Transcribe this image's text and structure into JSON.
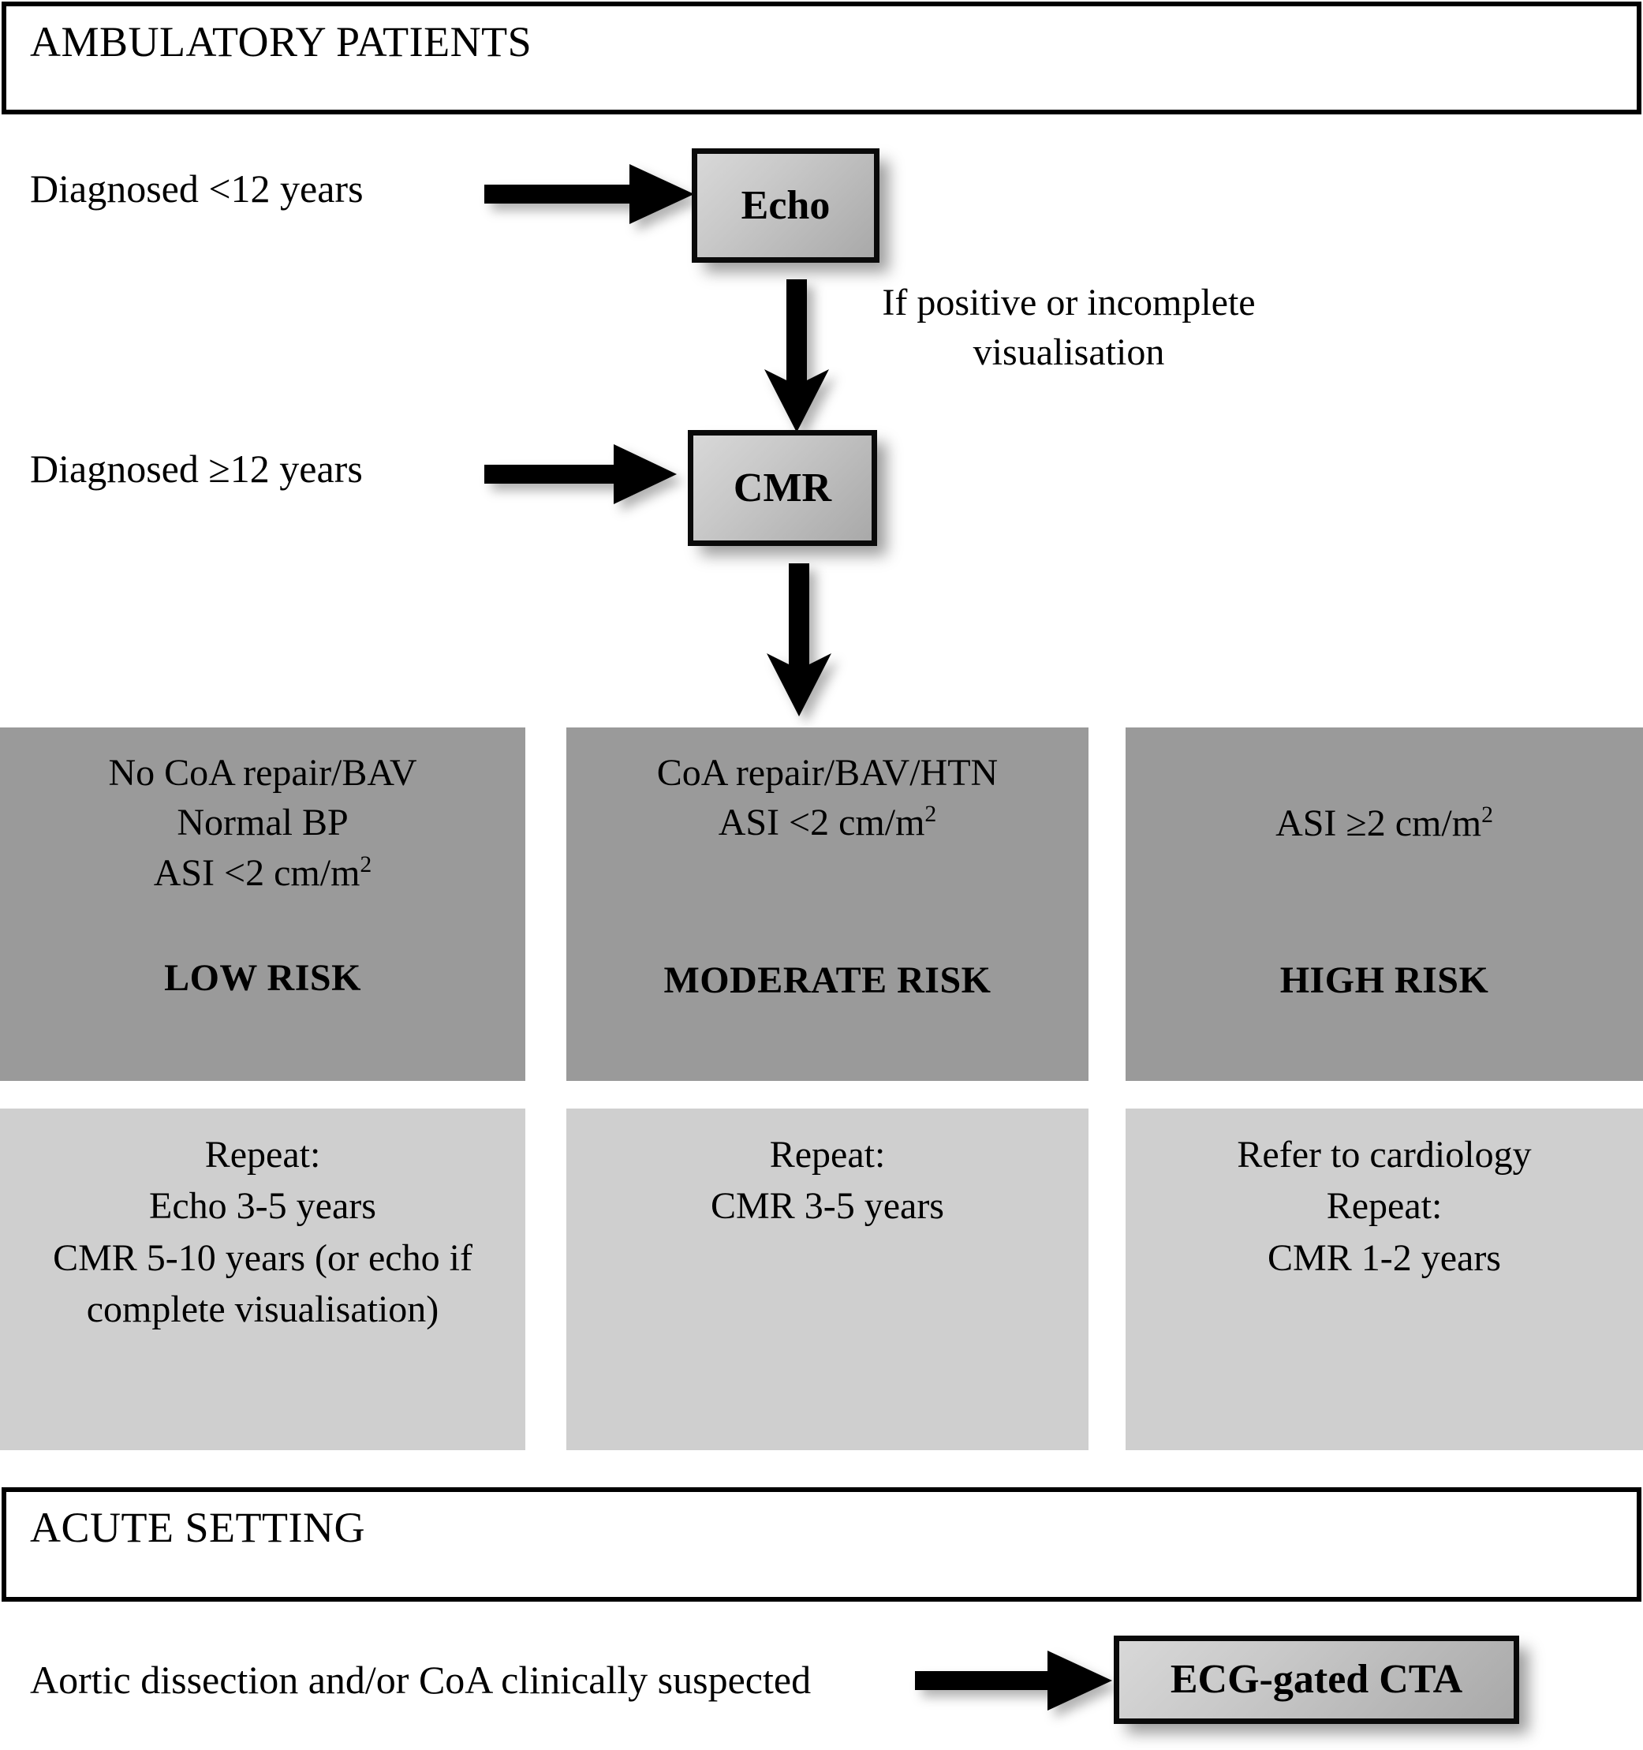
{
  "sections": {
    "ambulatory": {
      "title": "AMBULATORY PATIENTS"
    },
    "acute": {
      "title": "ACUTE SETTING"
    }
  },
  "flow": {
    "entry_young": "Diagnosed <12 years",
    "entry_older": "Diagnosed ≥12 years",
    "modality_echo": "Echo",
    "modality_cmr": "CMR",
    "escalation_note_line1": "If positive or incomplete",
    "escalation_note_line2": "visualisation",
    "acute_trigger": "Aortic dissection and/or CoA clinically suspected",
    "acute_modality": "ECG-gated CTA"
  },
  "risk_strata": [
    {
      "id": "low",
      "criteria": [
        "No CoA repair/BAV",
        "Normal BP",
        "ASI <2 cm/m"
      ],
      "criteria_superscript": "2",
      "level": "LOW RISK",
      "followup": [
        "Repeat:",
        "Echo 3-5 years",
        "CMR 5-10 years (or echo if",
        "complete visualisation)"
      ]
    },
    {
      "id": "moderate",
      "criteria": [
        "CoA repair/BAV/HTN",
        "ASI <2 cm/m"
      ],
      "criteria_superscript": "2",
      "level": "MODERATE RISK",
      "followup": [
        "Repeat:",
        "CMR 3-5 years"
      ]
    },
    {
      "id": "high",
      "criteria": [
        "ASI ≥2 cm/m"
      ],
      "criteria_superscript": "2",
      "level": "HIGH RISK",
      "followup": [
        "Refer to cardiology",
        "Repeat:",
        "CMR 1-2 years"
      ]
    }
  ],
  "colors": {
    "risk_box_fill": "#9a9a9a",
    "followup_box_fill": "#cfcfcf",
    "border": "#000000",
    "background": "#ffffff"
  }
}
